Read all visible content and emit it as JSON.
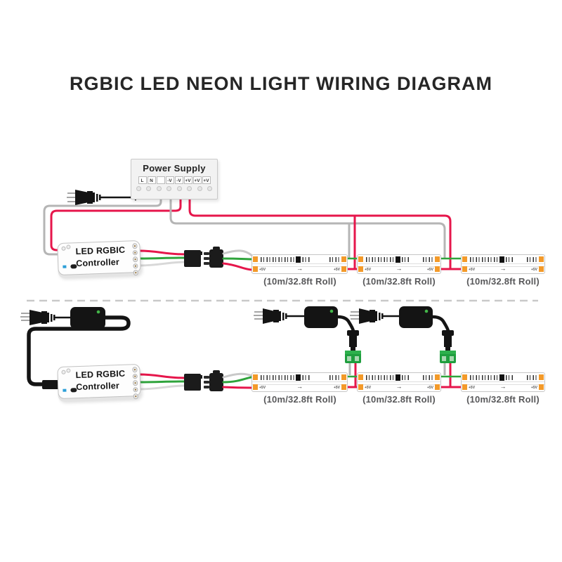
{
  "title": "RGBIC LED NEON LIGHT WIRING DIAGRAM",
  "power_supply": {
    "label": "Power Supply",
    "terminals": [
      "L",
      "N",
      "",
      "-V",
      "-V",
      "+V",
      "+V",
      "+V"
    ]
  },
  "controller": {
    "line1": "LED RGBIC",
    "line2": "Controller"
  },
  "strip": {
    "roll_label": "(10m/32.8ft Roll)",
    "pad_label": "+5V",
    "arrow": "→"
  },
  "colors": {
    "wire_red": "#e6164b",
    "wire_green": "#2fa43c",
    "wire_gray": "#b5b5b5",
    "wire_white": "#d8d8d8",
    "cable_black": "#141414",
    "pad_orange": "#f39a2a",
    "indicator_green": "#43b649",
    "terminal_block_green": "#1f9e3e"
  }
}
